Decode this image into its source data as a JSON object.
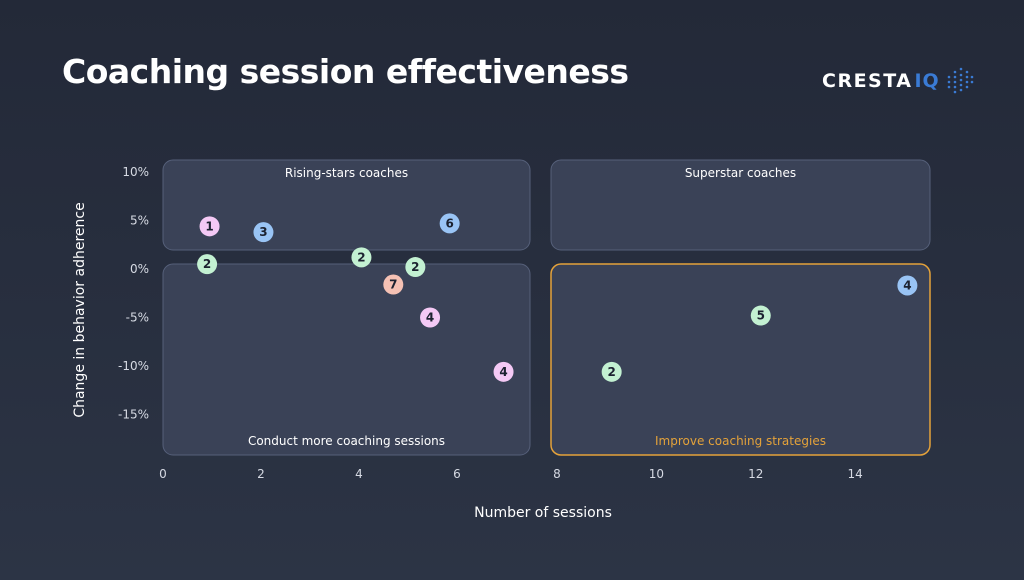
{
  "title": "Coaching session effectiveness",
  "logo": {
    "text": "CRESTA",
    "accent": "IQ",
    "icon": "dots-grid-icon"
  },
  "chart_data": {
    "type": "scatter",
    "xlabel": "Number of sessions",
    "ylabel": "Change in behavior adherence",
    "xlim": [
      0,
      15.5
    ],
    "ylim": [
      -18.5,
      11
    ],
    "x_axis_break": [
      7.8,
      8
    ],
    "x_ticks": [
      0,
      2,
      4,
      6,
      8,
      10,
      12,
      14
    ],
    "y_ticks": [
      {
        "value": 10,
        "label": "10%"
      },
      {
        "value": 5,
        "label": "5%"
      },
      {
        "value": 0,
        "label": "0%"
      },
      {
        "value": -5,
        "label": "-5%"
      },
      {
        "value": -10,
        "label": "-10%"
      },
      {
        "value": -15,
        "label": "-15%"
      }
    ],
    "quadrants": [
      {
        "label": "Rising-stars coaches",
        "x": [
          0,
          7.5
        ],
        "y": [
          2,
          11
        ],
        "label_pos": "top",
        "highlight": false
      },
      {
        "label": "Superstar coaches",
        "x": [
          8,
          15.5
        ],
        "y": [
          2,
          11
        ],
        "label_pos": "top",
        "highlight": false
      },
      {
        "label": "Conduct more coaching sessions",
        "x": [
          0,
          7.5
        ],
        "y": [
          -18.5,
          0.5
        ],
        "label_pos": "bottom",
        "highlight": false
      },
      {
        "label": "Improve coaching strategies",
        "x": [
          8,
          15.5
        ],
        "y": [
          -18.5,
          0.5
        ],
        "label_pos": "bottom",
        "highlight": true
      }
    ],
    "points": [
      {
        "x": 0.95,
        "y": 4.4,
        "label": "1",
        "color": "#f4c9f5"
      },
      {
        "x": 2.05,
        "y": 3.8,
        "label": "3",
        "color": "#99c4f5"
      },
      {
        "x": 5.85,
        "y": 4.7,
        "label": "6",
        "color": "#99c4f5"
      },
      {
        "x": 0.9,
        "y": 0.5,
        "label": "2",
        "color": "#c3f1d2"
      },
      {
        "x": 4.05,
        "y": 1.2,
        "label": "2",
        "color": "#c3f1d2"
      },
      {
        "x": 5.15,
        "y": 0.2,
        "label": "2",
        "color": "#c3f1d2"
      },
      {
        "x": 4.7,
        "y": -1.6,
        "label": "7",
        "color": "#f5c1b4"
      },
      {
        "x": 5.45,
        "y": -5.0,
        "label": "4",
        "color": "#f4c9f5"
      },
      {
        "x": 6.95,
        "y": -10.6,
        "label": "4",
        "color": "#f4c9f5"
      },
      {
        "x": 9.1,
        "y": -10.6,
        "label": "2",
        "color": "#c3f1d2"
      },
      {
        "x": 12.1,
        "y": -4.8,
        "label": "5",
        "color": "#c3f1d2"
      },
      {
        "x": 15.05,
        "y": -1.7,
        "label": "4",
        "color": "#99c4f5"
      }
    ],
    "colors": {
      "panel_fill": "#3b4358",
      "panel_stroke": "#56607a",
      "highlight_stroke": "#e4a23a",
      "highlight_text": "#e4a23a",
      "label_text": "#ffffff"
    }
  }
}
